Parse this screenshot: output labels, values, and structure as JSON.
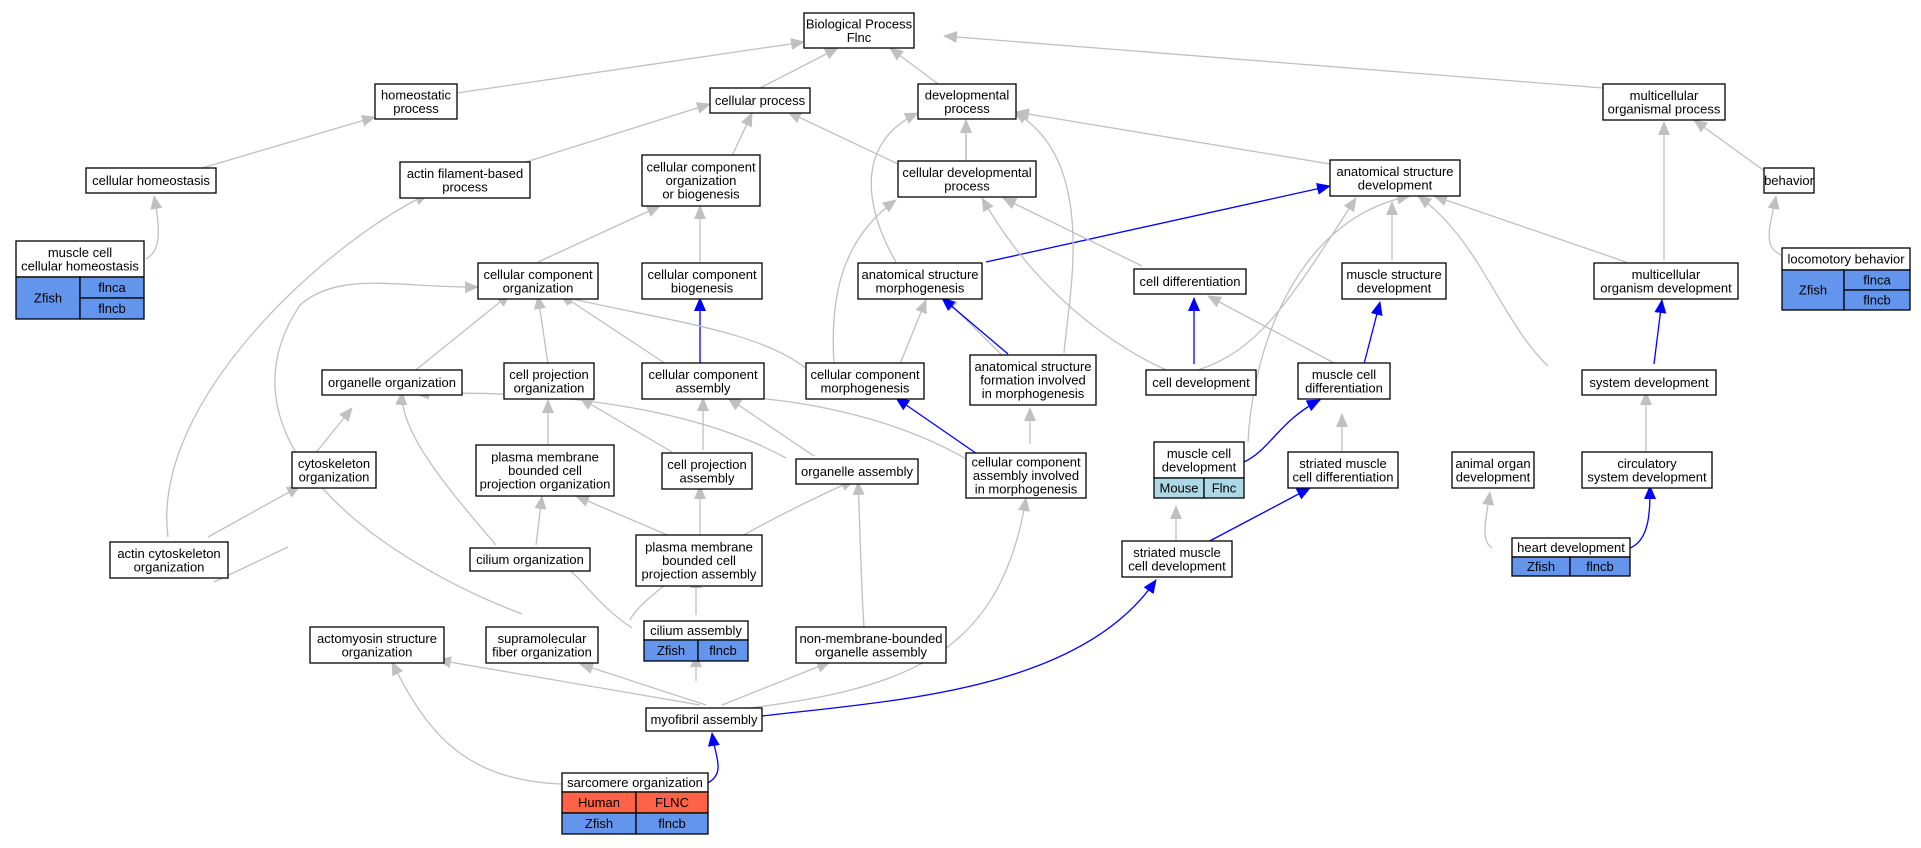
{
  "nodes": {
    "bp": [
      "Biological Process",
      "Flnc"
    ],
    "hp": [
      "homeostatic",
      "process"
    ],
    "cp": [
      "cellular process"
    ],
    "dp": [
      "developmental",
      "process"
    ],
    "mop": [
      "multicellular",
      "organismal process"
    ],
    "ch": [
      "cellular homeostasis"
    ],
    "afb": [
      "actin filament-based",
      "process"
    ],
    "ccob": [
      "cellular component",
      "organization",
      "or biogenesis"
    ],
    "cdp": [
      "cellular developmental",
      "process"
    ],
    "asd": [
      "anatomical structure",
      "development"
    ],
    "beh": [
      "behavior"
    ],
    "mcch": [
      "muscle cell",
      "cellular homeostasis"
    ],
    "cco": [
      "cellular component",
      "organization"
    ],
    "ccb": [
      "cellular component",
      "biogenesis"
    ],
    "asm": [
      "anatomical structure",
      "morphogenesis"
    ],
    "cdiff": [
      "cell differentiation"
    ],
    "msd": [
      "muscle structure",
      "development"
    ],
    "mod": [
      "multicellular",
      "organism development"
    ],
    "lb": [
      "locomotory behavior"
    ],
    "oo": [
      "organelle organization"
    ],
    "cpo": [
      "cell projection",
      "organization"
    ],
    "cca": [
      "cellular component",
      "assembly"
    ],
    "ccm": [
      "cellular component",
      "morphogenesis"
    ],
    "asf": [
      "anatomical structure",
      "formation involved",
      "in morphogenesis"
    ],
    "cdev": [
      "cell development"
    ],
    "mcd": [
      "muscle cell",
      "differentiation"
    ],
    "sd": [
      "system development"
    ],
    "cyo": [
      "cytoskeleton",
      "organization"
    ],
    "pmbo": [
      "plasma membrane",
      "bounded cell",
      "projection organization"
    ],
    "cpa": [
      "cell projection",
      "assembly"
    ],
    "oa": [
      "organelle assembly"
    ],
    "ccai": [
      "cellular component",
      "assembly involved",
      "in morphogenesis"
    ],
    "mcdev": [
      "muscle cell",
      "development"
    ],
    "smcd": [
      "striated muscle",
      "cell differentiation"
    ],
    "aod": [
      "animal organ",
      "development"
    ],
    "csd": [
      "circulatory",
      "system development"
    ],
    "aco": [
      "actin cytoskeleton",
      "organization"
    ],
    "cilo": [
      "cilium organization"
    ],
    "pmba": [
      "plasma membrane",
      "bounded cell",
      "projection assembly"
    ],
    "smcdev": [
      "striated muscle",
      "cell development"
    ],
    "hd": [
      "heart development"
    ],
    "aso": [
      "actomyosin structure",
      "organization"
    ],
    "sfo": [
      "supramolecular",
      "fiber organization"
    ],
    "ca": [
      "cilium assembly"
    ],
    "nmb": [
      "non-membrane-bounded",
      "organelle assembly"
    ],
    "mfa": [
      "myofibril assembly"
    ],
    "so": [
      "sarcomere organization"
    ]
  },
  "annotations": {
    "mcch": {
      "species": [
        "Zfish"
      ],
      "genes": [
        "flnca",
        "flncb"
      ]
    },
    "lb": {
      "species": [
        "Zfish"
      ],
      "genes": [
        "flnca",
        "flncb"
      ]
    },
    "mcdev": {
      "species": [
        "Mouse"
      ],
      "genes": [
        "Flnc"
      ]
    },
    "hd": {
      "species": [
        "Zfish"
      ],
      "genes": [
        "flncb"
      ]
    },
    "ca": {
      "species": [
        "Zfish"
      ],
      "genes": [
        "flncb"
      ]
    },
    "so": {
      "species": [
        "Human",
        "Zfish"
      ],
      "genes": [
        "FLNC",
        "flncb"
      ]
    }
  },
  "colors": {
    "edge_gray": "#c0c0c0",
    "edge_blue": "#0000ff",
    "zfish": "#6495ed",
    "mouse": "#add8e6",
    "human": "#ff6347"
  }
}
